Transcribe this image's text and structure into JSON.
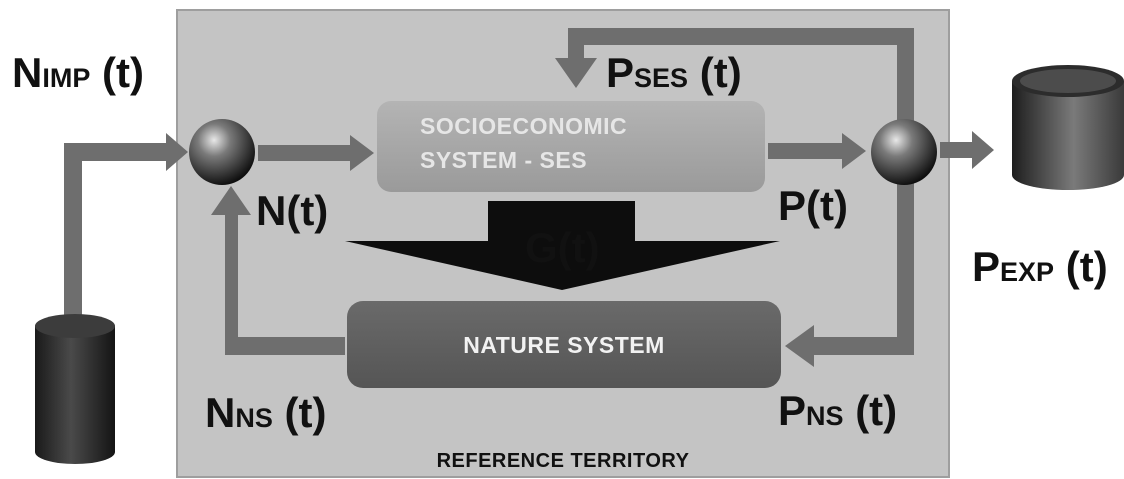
{
  "colors": {
    "territory_fill": "#c4c4c4",
    "territory_border": "#9e9e9e",
    "arrow": "#6e6e6e",
    "ses_fill": "#a5a5a5",
    "ses_text": "#e6e6e6",
    "nature_fill": "#5f5f5f",
    "nature_text": "#f2f2f2",
    "funnel": "#0d0d0d",
    "label": "#111111"
  },
  "icons": {
    "input_node": "sphere-node-icon",
    "output_node": "sphere-node-icon",
    "import_source": "cylinder-icon",
    "export_sink": "cylinder-icon",
    "g_funnel": "downward-funnel-arrow-icon"
  },
  "territory": {
    "label": "REFERENCE TERRITORY"
  },
  "ses_box": {
    "line1": "SOCIOECONOMIC",
    "line2": "SYSTEM - SES"
  },
  "nature_box": {
    "label": "NATURE SYSTEM"
  },
  "labels": {
    "n_imp": {
      "main": "N",
      "sub": "IMP",
      "tail": " (t)"
    },
    "p_ses": {
      "main": "P",
      "sub": "SES",
      "tail": " (t)"
    },
    "n_t": "N(t)",
    "p_t": "P(t)",
    "g_t": "G(t)",
    "p_exp": {
      "main": "P",
      "sub": "EXP",
      "tail": " (t)"
    },
    "n_ns": {
      "main": "N",
      "sub": "NS",
      "tail": " (t)"
    },
    "p_ns": {
      "main": "P",
      "sub": "NS",
      "tail": " (t)"
    }
  }
}
